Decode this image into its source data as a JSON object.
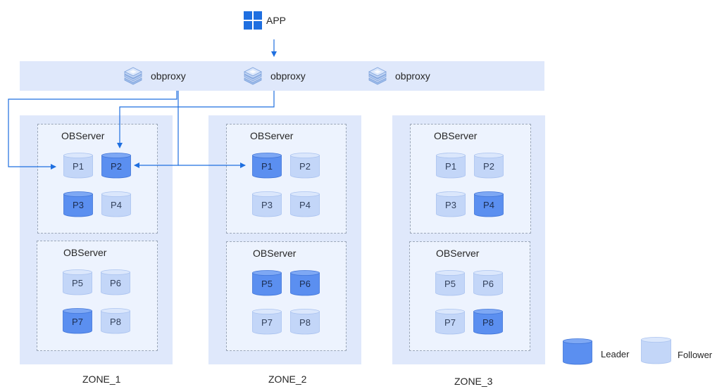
{
  "app": {
    "label": "APP"
  },
  "proxies": [
    {
      "label": "obproxy"
    },
    {
      "label": "obproxy"
    },
    {
      "label": "obproxy"
    }
  ],
  "server_title": "OBServer",
  "zones": [
    {
      "label": "ZONE_1",
      "servers": [
        {
          "partitions": [
            {
              "label": "P1",
              "role": "follower"
            },
            {
              "label": "P2",
              "role": "leader"
            },
            {
              "label": "P3",
              "role": "leader"
            },
            {
              "label": "P4",
              "role": "follower"
            }
          ]
        },
        {
          "partitions": [
            {
              "label": "P5",
              "role": "follower"
            },
            {
              "label": "P6",
              "role": "follower"
            },
            {
              "label": "P7",
              "role": "leader"
            },
            {
              "label": "P8",
              "role": "follower"
            }
          ]
        }
      ]
    },
    {
      "label": "ZONE_2",
      "servers": [
        {
          "partitions": [
            {
              "label": "P1",
              "role": "leader"
            },
            {
              "label": "P2",
              "role": "follower"
            },
            {
              "label": "P3",
              "role": "follower"
            },
            {
              "label": "P4",
              "role": "follower"
            }
          ]
        },
        {
          "partitions": [
            {
              "label": "P5",
              "role": "leader"
            },
            {
              "label": "P6",
              "role": "leader"
            },
            {
              "label": "P7",
              "role": "follower"
            },
            {
              "label": "P8",
              "role": "follower"
            }
          ]
        }
      ]
    },
    {
      "label": "ZONE_3",
      "servers": [
        {
          "partitions": [
            {
              "label": "P1",
              "role": "follower"
            },
            {
              "label": "P2",
              "role": "follower"
            },
            {
              "label": "P3",
              "role": "follower"
            },
            {
              "label": "P4",
              "role": "leader"
            }
          ]
        },
        {
          "partitions": [
            {
              "label": "P5",
              "role": "follower"
            },
            {
              "label": "P6",
              "role": "follower"
            },
            {
              "label": "P7",
              "role": "follower"
            },
            {
              "label": "P8",
              "role": "leader"
            }
          ]
        }
      ]
    }
  ],
  "legend": {
    "leader": "Leader",
    "follower": "Follower"
  },
  "colors": {
    "leader_body": "#5b8ff0",
    "leader_top": "#7ea8f4",
    "leader_stroke": "#3f74d8",
    "follower_body": "#c3d6f8",
    "follower_top": "#dbe7fc",
    "follower_stroke": "#a9c2ef",
    "arrow": "#1f6fe0",
    "band": "#dfe8fb",
    "server_bg": "#edf3fe"
  },
  "icons": {
    "app": "windows-grid-icon",
    "proxy": "proxy-stack-icon"
  }
}
